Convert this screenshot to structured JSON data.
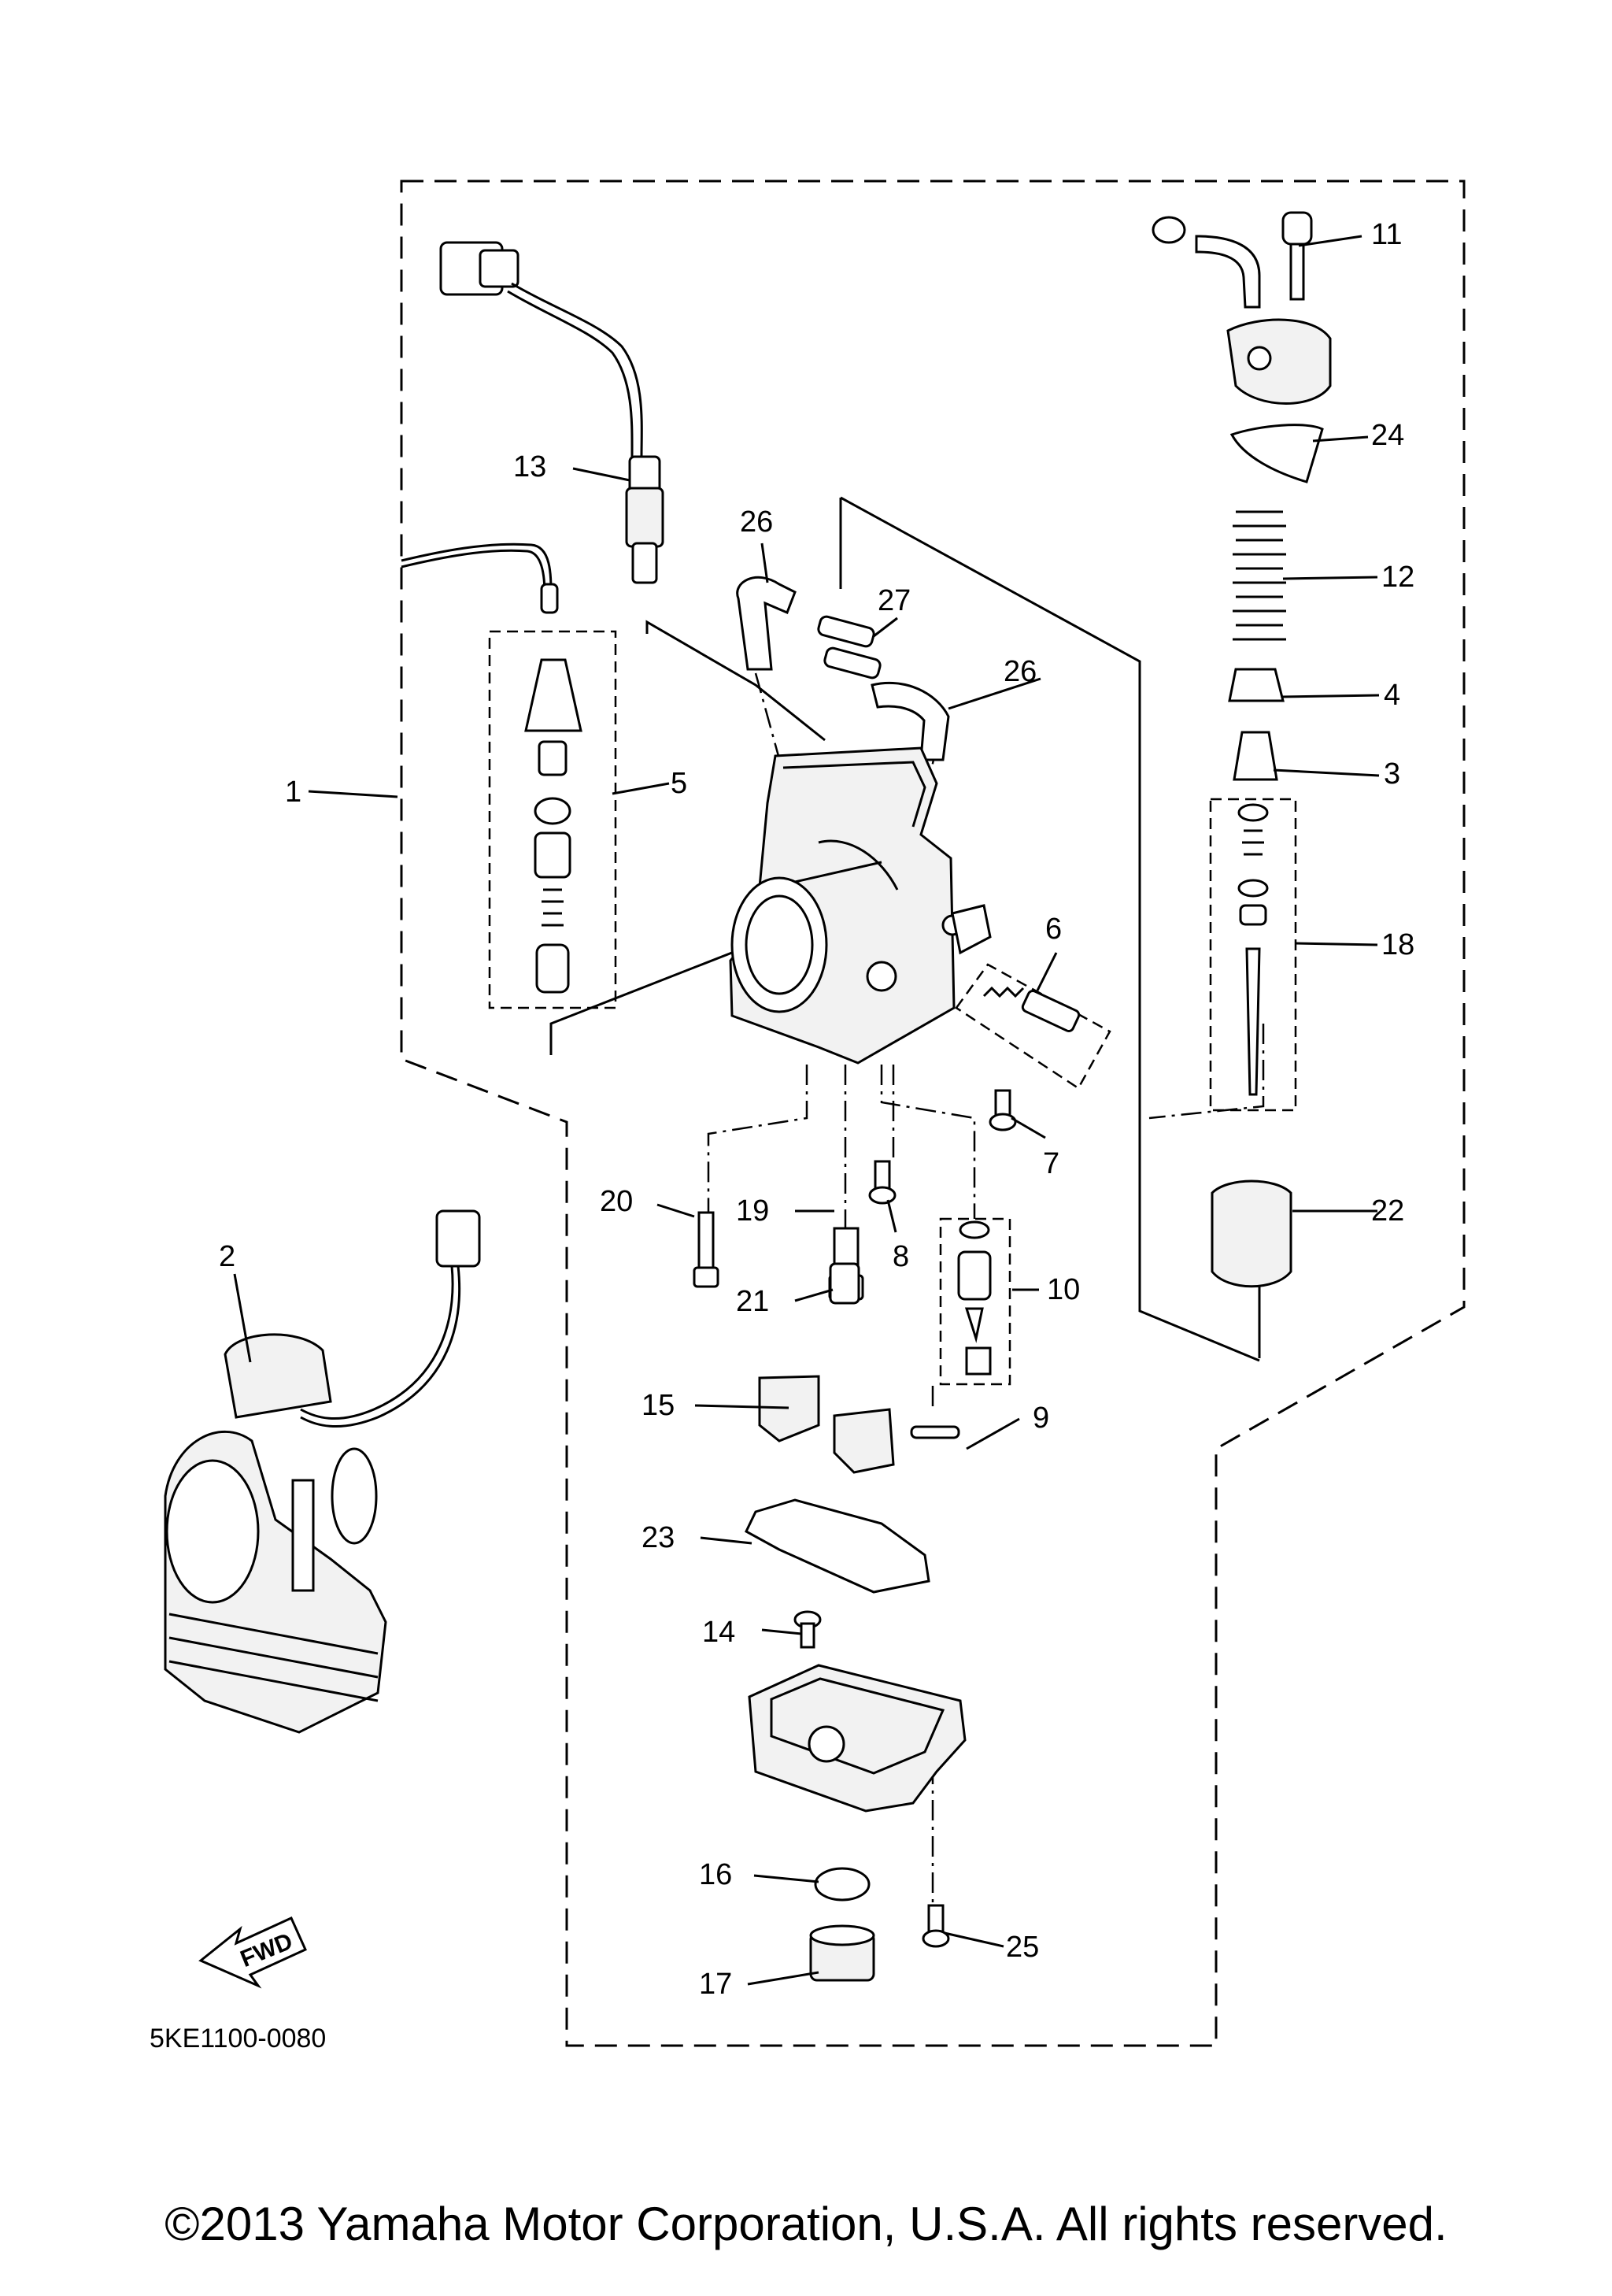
{
  "diagram": {
    "part_code": "5KE1100-0080",
    "fwd_label": "FWD",
    "callouts": {
      "c1": "1",
      "c2": "2",
      "c3": "3",
      "c4": "4",
      "c5": "5",
      "c6": "6",
      "c7": "7",
      "c8": "8",
      "c9": "9",
      "c10": "10",
      "c11": "11",
      "c12": "12",
      "c13": "13",
      "c14": "14",
      "c15": "15",
      "c16": "16",
      "c17": "17",
      "c18": "18",
      "c19": "19",
      "c20": "20",
      "c21": "21",
      "c22": "22",
      "c23": "23",
      "c24": "24",
      "c25": "25",
      "c26a": "26",
      "c26b": "26",
      "c27": "27"
    }
  },
  "footer": {
    "copyright": "©2013 Yamaha Motor Corporation, U.S.A. All rights reserved."
  }
}
